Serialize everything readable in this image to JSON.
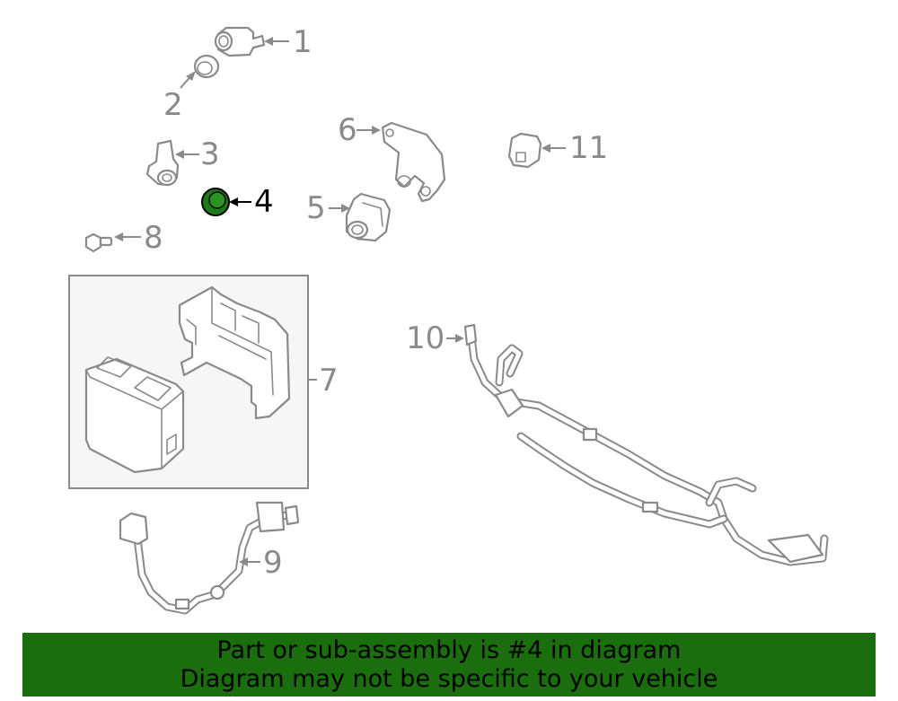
{
  "callouts": {
    "c1": "1",
    "c2": "2",
    "c3": "3",
    "c4": "4",
    "c5": "5",
    "c6": "6",
    "c7": "7",
    "c8": "8",
    "c9": "9",
    "c10": "10",
    "c11": "11"
  },
  "highlight": {
    "part_number": "4",
    "color": "#1e7a16"
  },
  "banner": {
    "line1": "Part or sub-assembly is #4 in diagram",
    "line2": "Diagram may not be specific to your vehicle",
    "background": "#1a6e0d"
  }
}
